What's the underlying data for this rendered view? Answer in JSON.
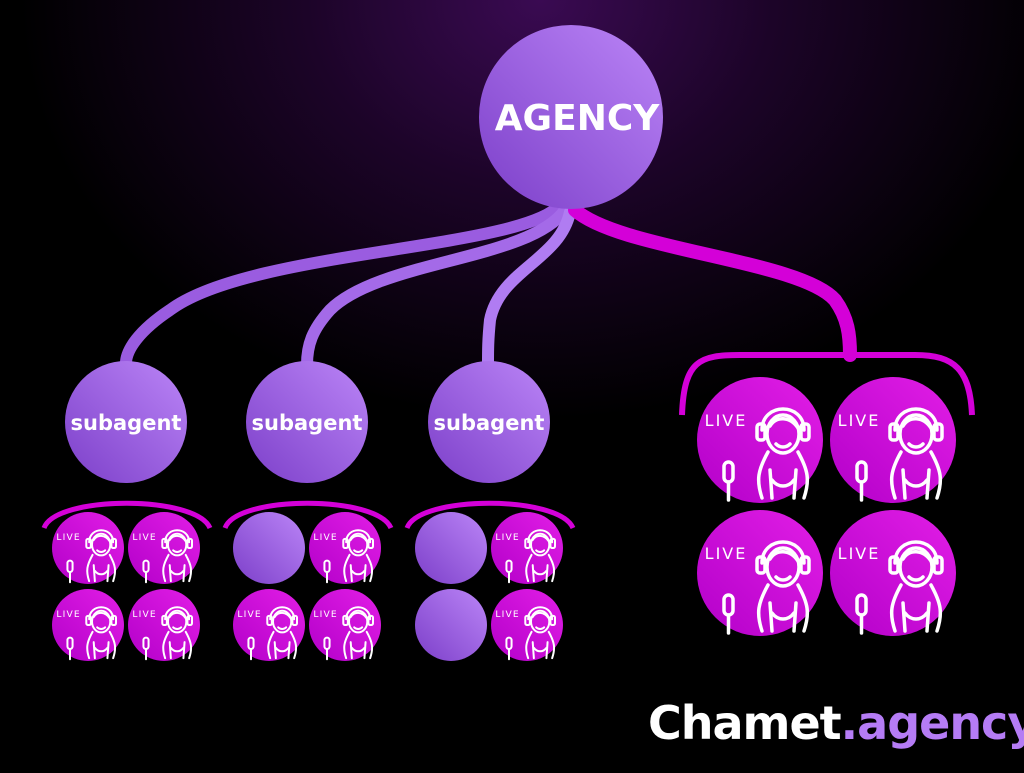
{
  "agency": {
    "label": "AGENCY"
  },
  "subagents": [
    {
      "label": "subagent",
      "members": [
        "live",
        "live",
        "live",
        "live"
      ]
    },
    {
      "label": "subagent",
      "members": [
        "empty",
        "live",
        "live",
        "live"
      ]
    },
    {
      "label": "subagent",
      "members": [
        "empty",
        "live",
        "empty",
        "live"
      ]
    }
  ],
  "direct_streamers": {
    "members": [
      "live",
      "live",
      "live",
      "live"
    ]
  },
  "live_label": "LIVE",
  "logo": {
    "brand": "Chamet",
    "suffix": ".agency"
  },
  "colors": {
    "purple": "#9a5ce0",
    "light_purple": "#b57cf5",
    "magenta": "#d400d8",
    "dark_purple": "#7d3fc8"
  }
}
